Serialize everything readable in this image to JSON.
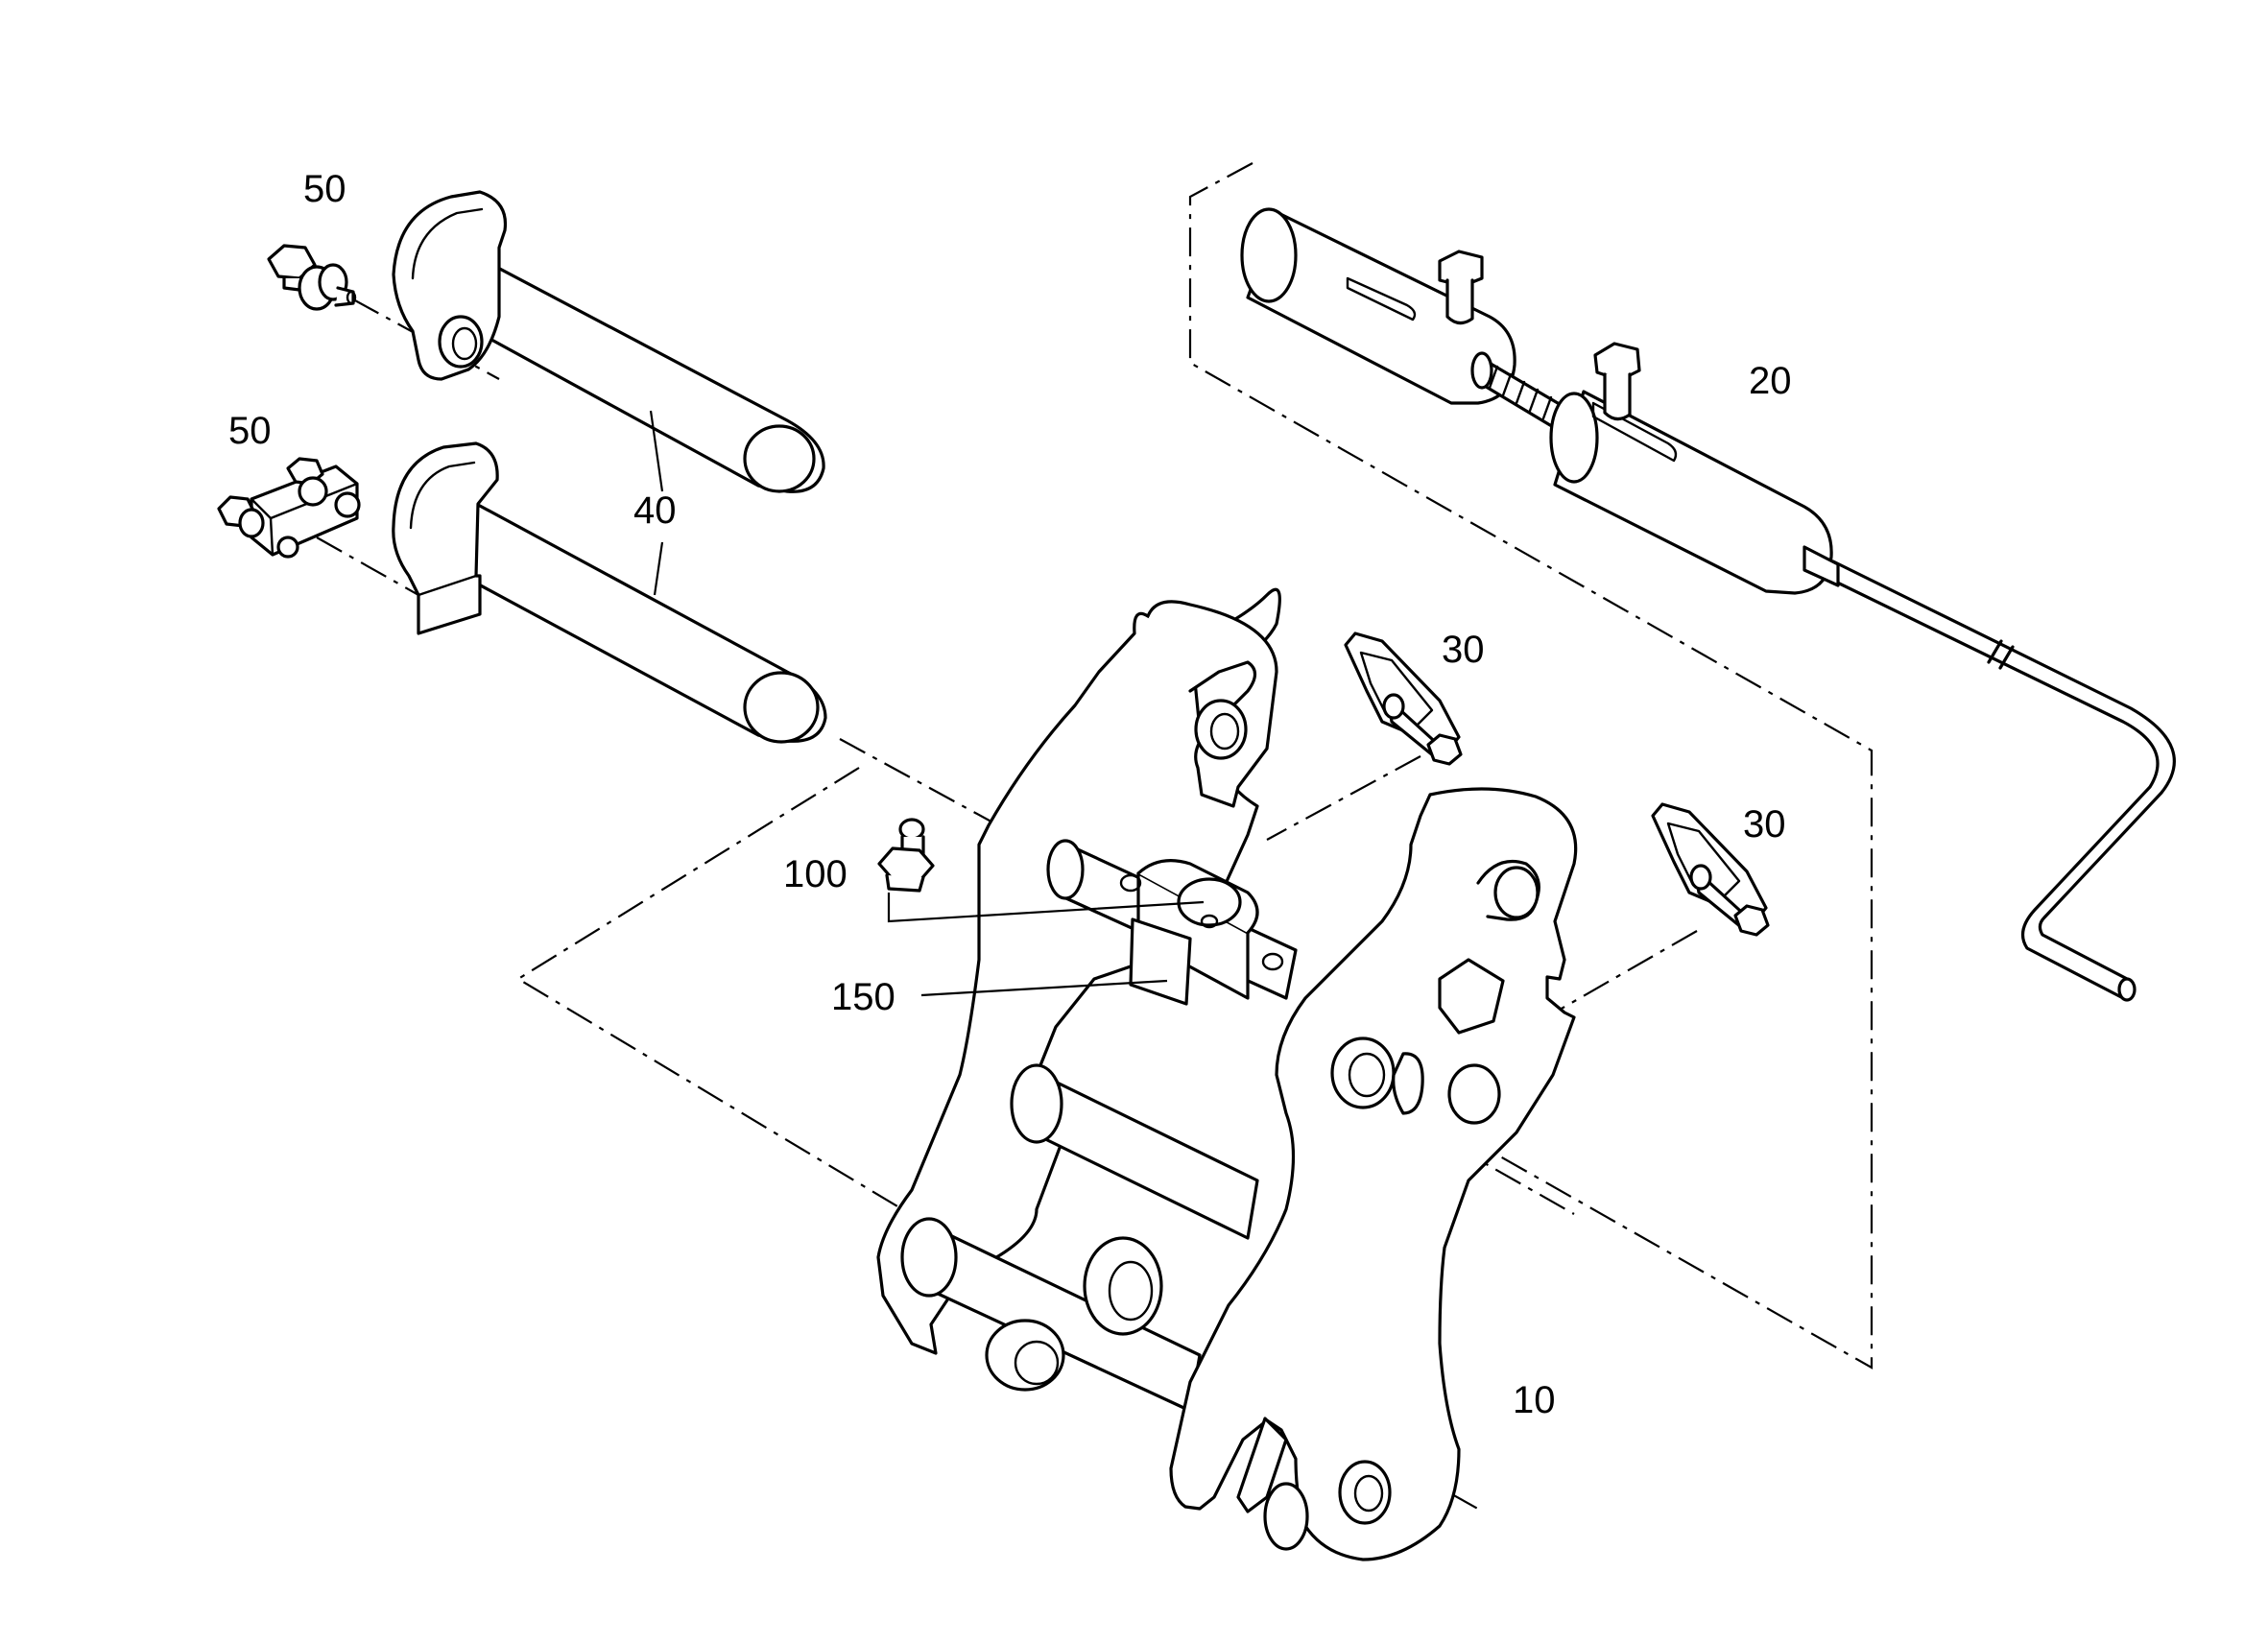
{
  "diagram": {
    "type": "exploded-parts-view",
    "callouts": [
      {
        "id": "c50a",
        "label": "50"
      },
      {
        "id": "c50b",
        "label": "50"
      },
      {
        "id": "c40",
        "label": "40"
      },
      {
        "id": "c20",
        "label": "20"
      },
      {
        "id": "c30a",
        "label": "30"
      },
      {
        "id": "c30b",
        "label": "30"
      },
      {
        "id": "c100",
        "label": "100"
      },
      {
        "id": "c150",
        "label": "150"
      },
      {
        "id": "c10",
        "label": "10"
      }
    ]
  }
}
